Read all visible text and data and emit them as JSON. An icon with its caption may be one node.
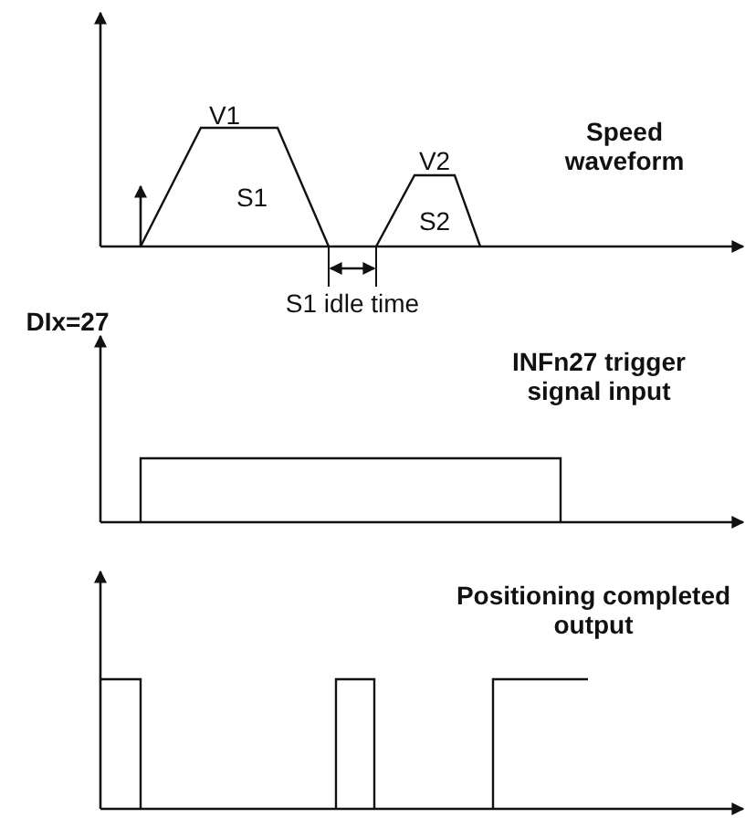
{
  "diagram": {
    "labels": [
      "V1",
      "S1",
      "V2",
      "S2",
      "Speed waveform",
      "S1 idle time",
      "DIx=27",
      "INFn27 trigger signal input",
      "Positioning completed output"
    ]
  }
}
